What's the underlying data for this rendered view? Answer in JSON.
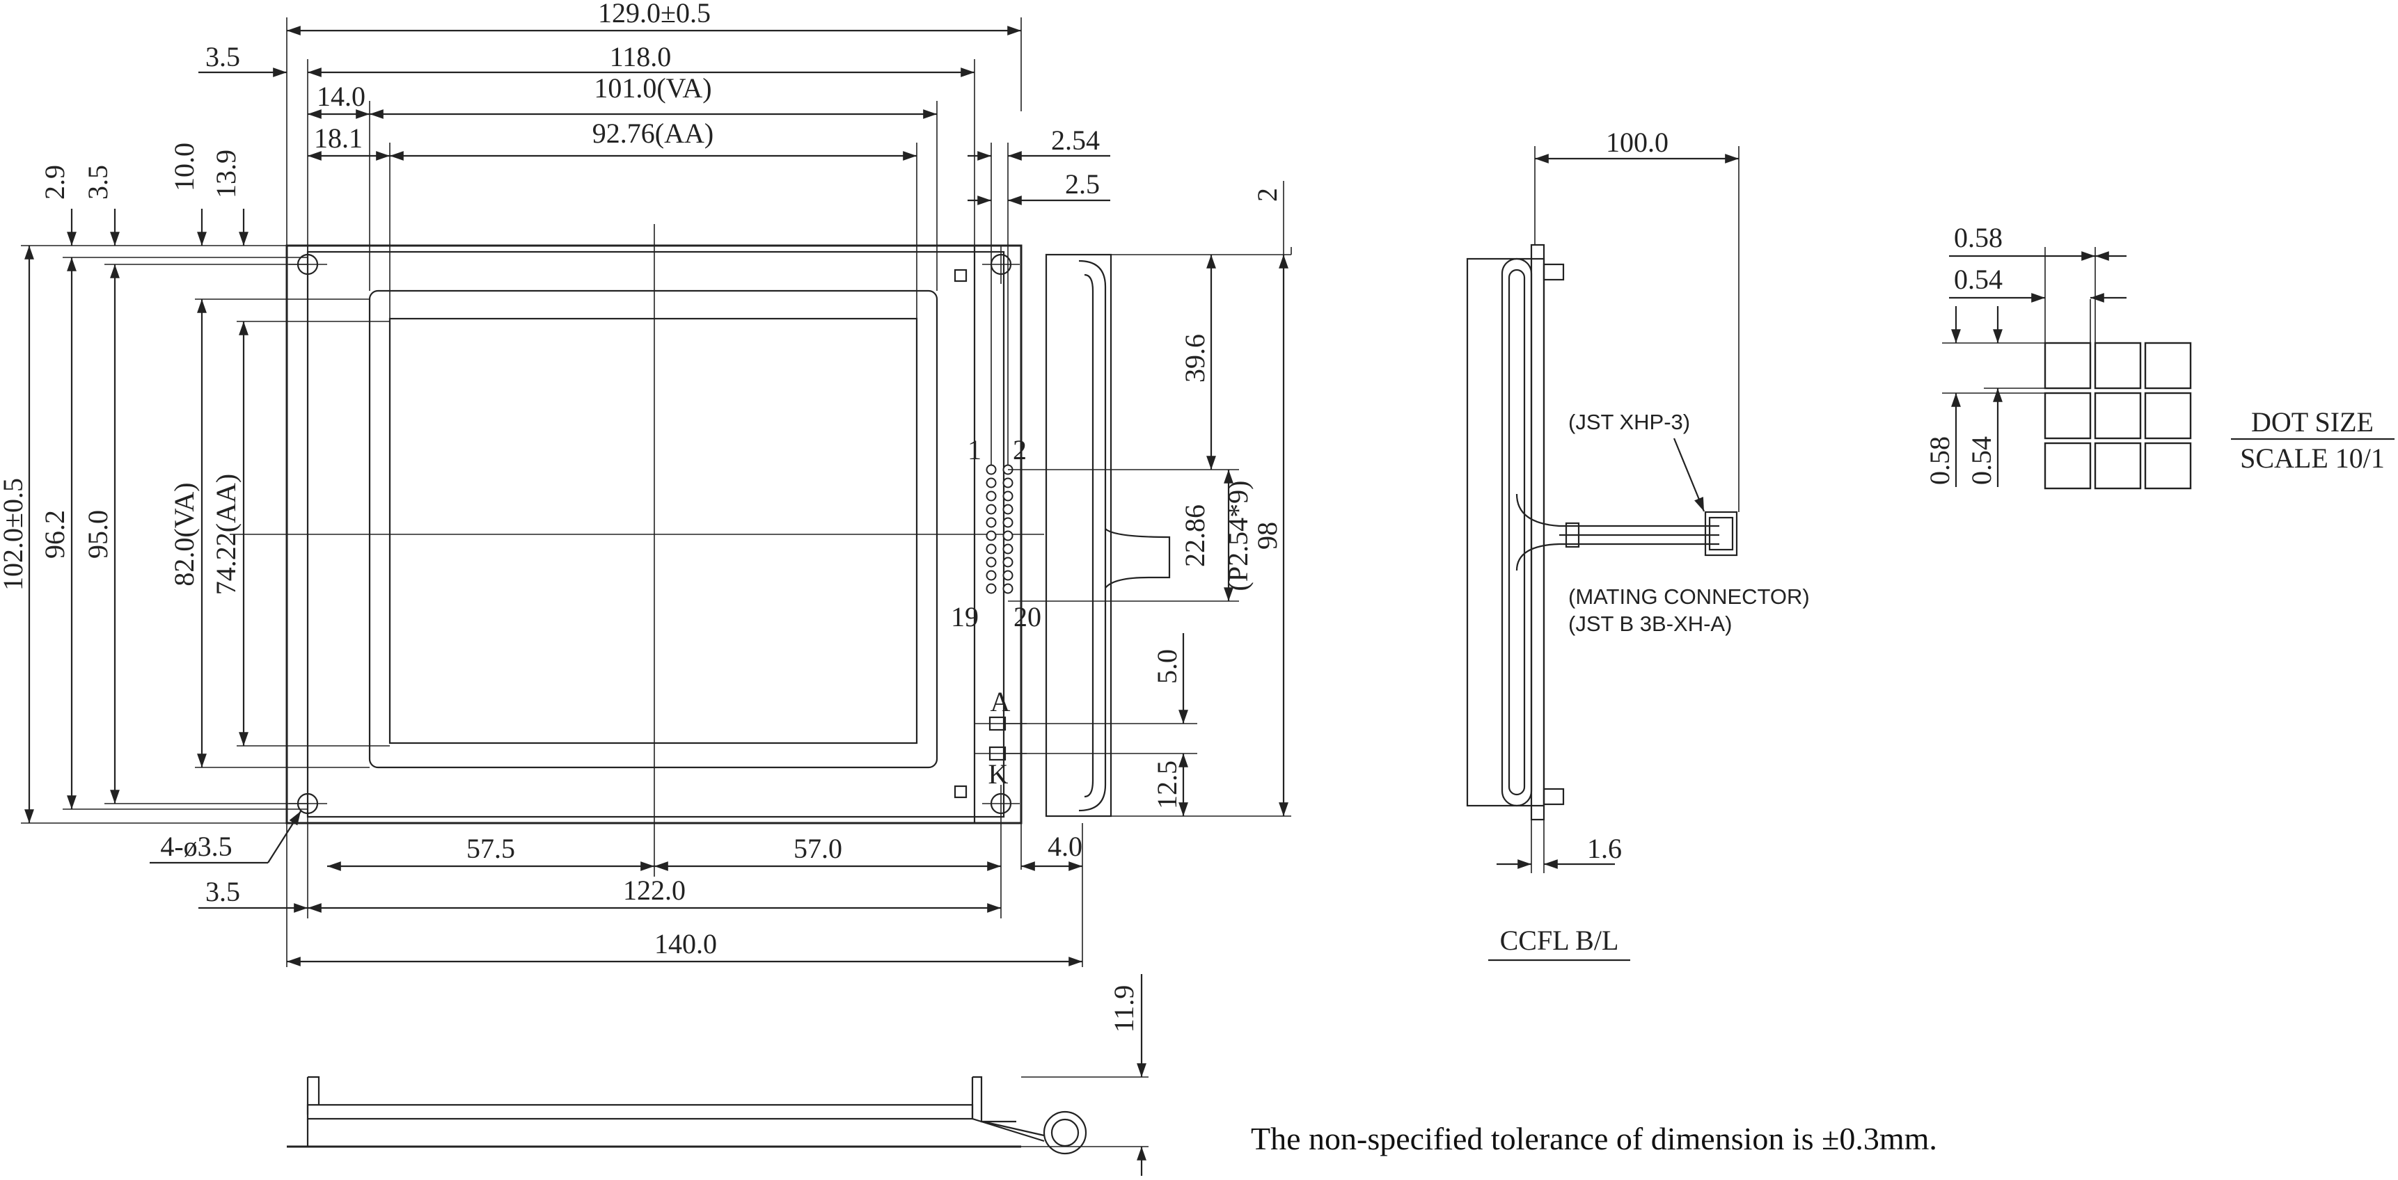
{
  "front_view": {
    "top": {
      "overall": "129.0±0.5",
      "pcb": "118.0",
      "offset_left": "3.5",
      "va": "101.0(VA)",
      "va_offset": "14.0",
      "aa": "92.76(AA)",
      "aa_offset": "18.1",
      "pitch_a": "2.54",
      "pitch_b": "2.5"
    },
    "left": {
      "overall": "102.0±0.5",
      "d96": "96.2",
      "d95": "95.0",
      "va": "82.0(VA)",
      "aa": "74.22(AA)",
      "off29": "2.9",
      "off35": "3.5",
      "off100": "10.0",
      "off139": "13.9"
    },
    "right": {
      "d2": "2",
      "d396": "39.6",
      "d2286": "22.86",
      "pitch": "(P2.54*9)",
      "d98": "98",
      "d50": "5.0",
      "d125": "12.5"
    },
    "pins": {
      "p1": "1",
      "p2": "2",
      "p19": "19",
      "p20": "20",
      "anode": "A",
      "cathode": "K"
    },
    "bottom": {
      "holes": "4-ø3.5",
      "hole_off": "3.5",
      "left_half": "57.5",
      "right_half": "57.0",
      "pitch_span": "122.0",
      "right_off": "4.0",
      "total": "140.0"
    }
  },
  "side_view": {
    "height": "11.9"
  },
  "ccfl": {
    "length": "100.0",
    "connector": "(JST XHP-3)",
    "mating_label": "(MATING CONNECTOR)",
    "mating_part": "(JST B 3B-XH-A)",
    "thickness": "1.6",
    "title": "CCFL B/L"
  },
  "dot": {
    "w58": "0.58",
    "w54": "0.54",
    "h58": "0.58",
    "h54": "0.54",
    "label1": "DOT SIZE",
    "label2": "SCALE 10/1"
  },
  "tolerance_note": "The non-specified tolerance of dimension is ±0.3mm."
}
